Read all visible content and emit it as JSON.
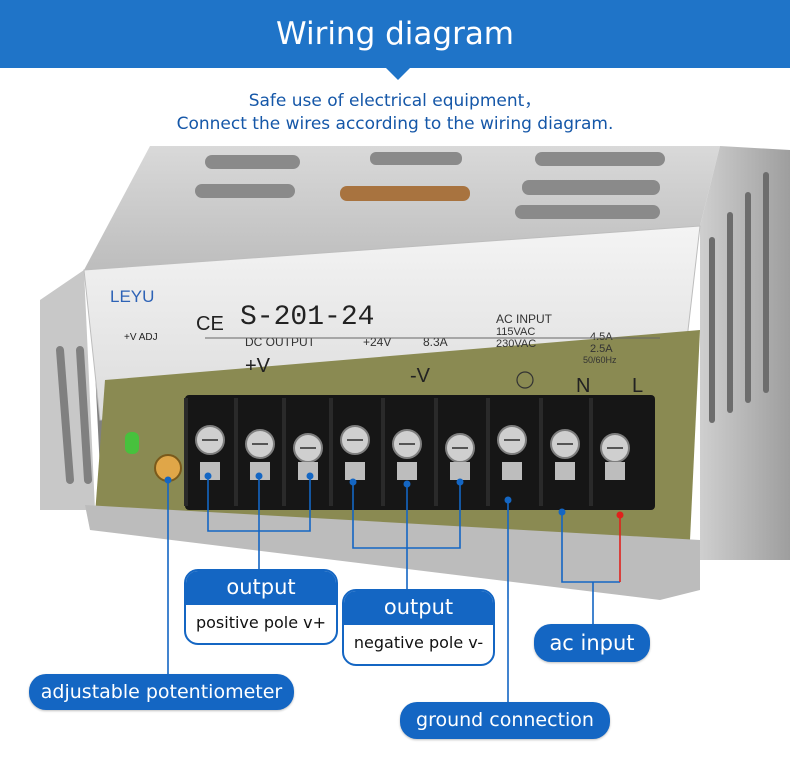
{
  "header": {
    "title": "Wiring diagram"
  },
  "intro": {
    "line1": "Safe use of electrical equipment，",
    "line2": "Connect the wires according to the wiring diagram."
  },
  "device": {
    "brand": "LEYU",
    "ce_mark": "CE",
    "model": "S-201-24",
    "dc_output_label": "DC OUTPUT",
    "dc_voltage": "+24V",
    "dc_current": "8.3A",
    "ac_input_label": "AC INPUT",
    "ac_line1_voltage": "115VAC",
    "ac_line1_current": "4.5A",
    "ac_line2_voltage": "230VAC",
    "ac_line2_current": "2.5A",
    "frequency": "50/60Hz",
    "terminal_pos": "+V",
    "terminal_neg": "-V",
    "terminal_n": "N",
    "terminal_l": "L",
    "adj_label": "+V ADJ"
  },
  "callouts": {
    "output_pos_title": "output",
    "output_pos_desc": "positive pole v+",
    "output_neg_title": "output",
    "output_neg_desc": "negative pole v-",
    "ac_input": "ac input",
    "potentiometer": "adjustable potentiometer",
    "ground": "ground connection"
  },
  "colors": {
    "accent": "#1466c3",
    "banner": "#1f74c8",
    "subtitle": "#1557a8",
    "ac_marker": "#e0201b"
  }
}
